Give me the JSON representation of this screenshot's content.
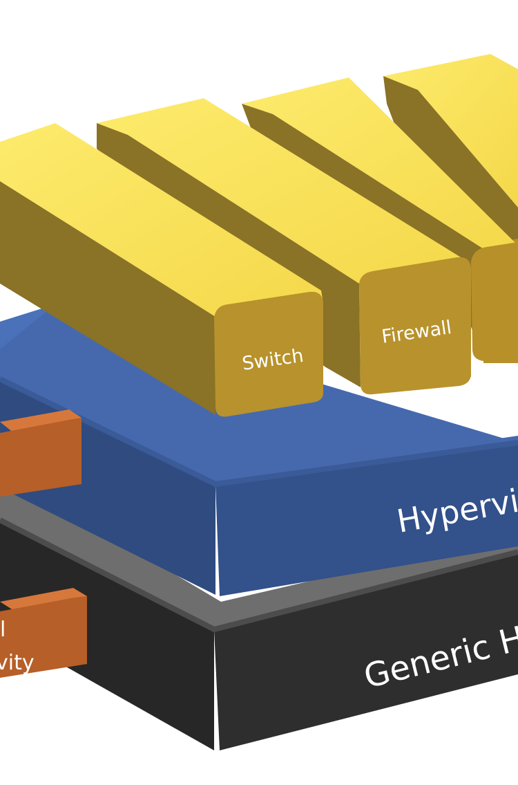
{
  "layers": {
    "hardware": {
      "label": "Generic H",
      "colors": {
        "side": "#2b2b2b",
        "top": "#6f6f6f",
        "edge": "#4a4a4a"
      }
    },
    "hypervisor": {
      "label": "Hypervi",
      "colors": {
        "side": "#314f86",
        "top": "#4a70b6",
        "edge": "#3b5fa0"
      }
    }
  },
  "functions": [
    {
      "label": "Switch"
    },
    {
      "label": "Firewall"
    },
    {
      "label": ""
    },
    {
      "label": ""
    }
  ],
  "connectors": [
    {
      "lines": []
    },
    {
      "lines": [
        "l",
        "vity"
      ]
    }
  ],
  "colors": {
    "bar_top": "#fce55a",
    "bar_side": "#8a7226",
    "bar_front": "#b9922a",
    "connector_front": "#b8602a",
    "connector_top": "#d4763a",
    "text_light": "#ffffff"
  }
}
